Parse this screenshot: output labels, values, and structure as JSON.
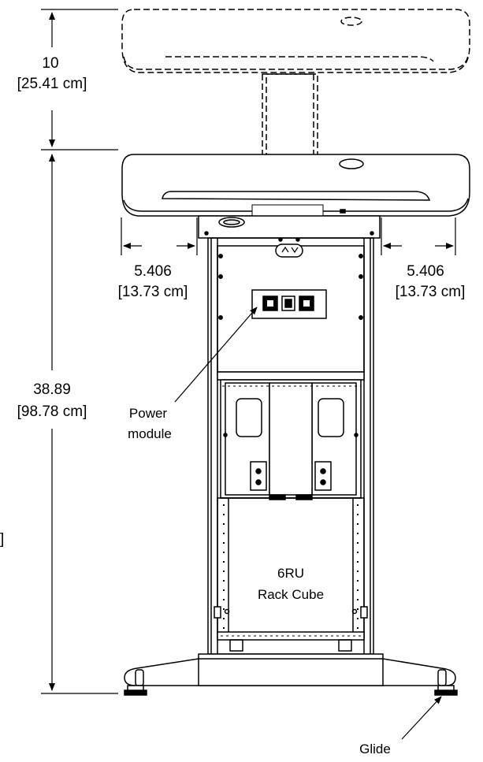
{
  "dimensions": {
    "raise_height": {
      "value": "10",
      "metric": "[25.41 cm]"
    },
    "total_height": {
      "value": "38.89",
      "metric": "[98.78 cm]"
    },
    "left_overhang": {
      "value": "5.406",
      "metric": "[13.73 cm]"
    },
    "right_overhang": {
      "value": "5.406",
      "metric": "[13.73 cm]"
    },
    "clipped_left_fragment": "]"
  },
  "callouts": {
    "power_module_line1": "Power",
    "power_module_line2": "module",
    "glide": "Glide"
  },
  "components": {
    "rack_line1": "6RU",
    "rack_line2": "Rack Cube"
  },
  "colors": {
    "line": "#000000",
    "background": "#ffffff",
    "desk_top": "#ffffff",
    "gray_fill": "#e6e6e6"
  }
}
